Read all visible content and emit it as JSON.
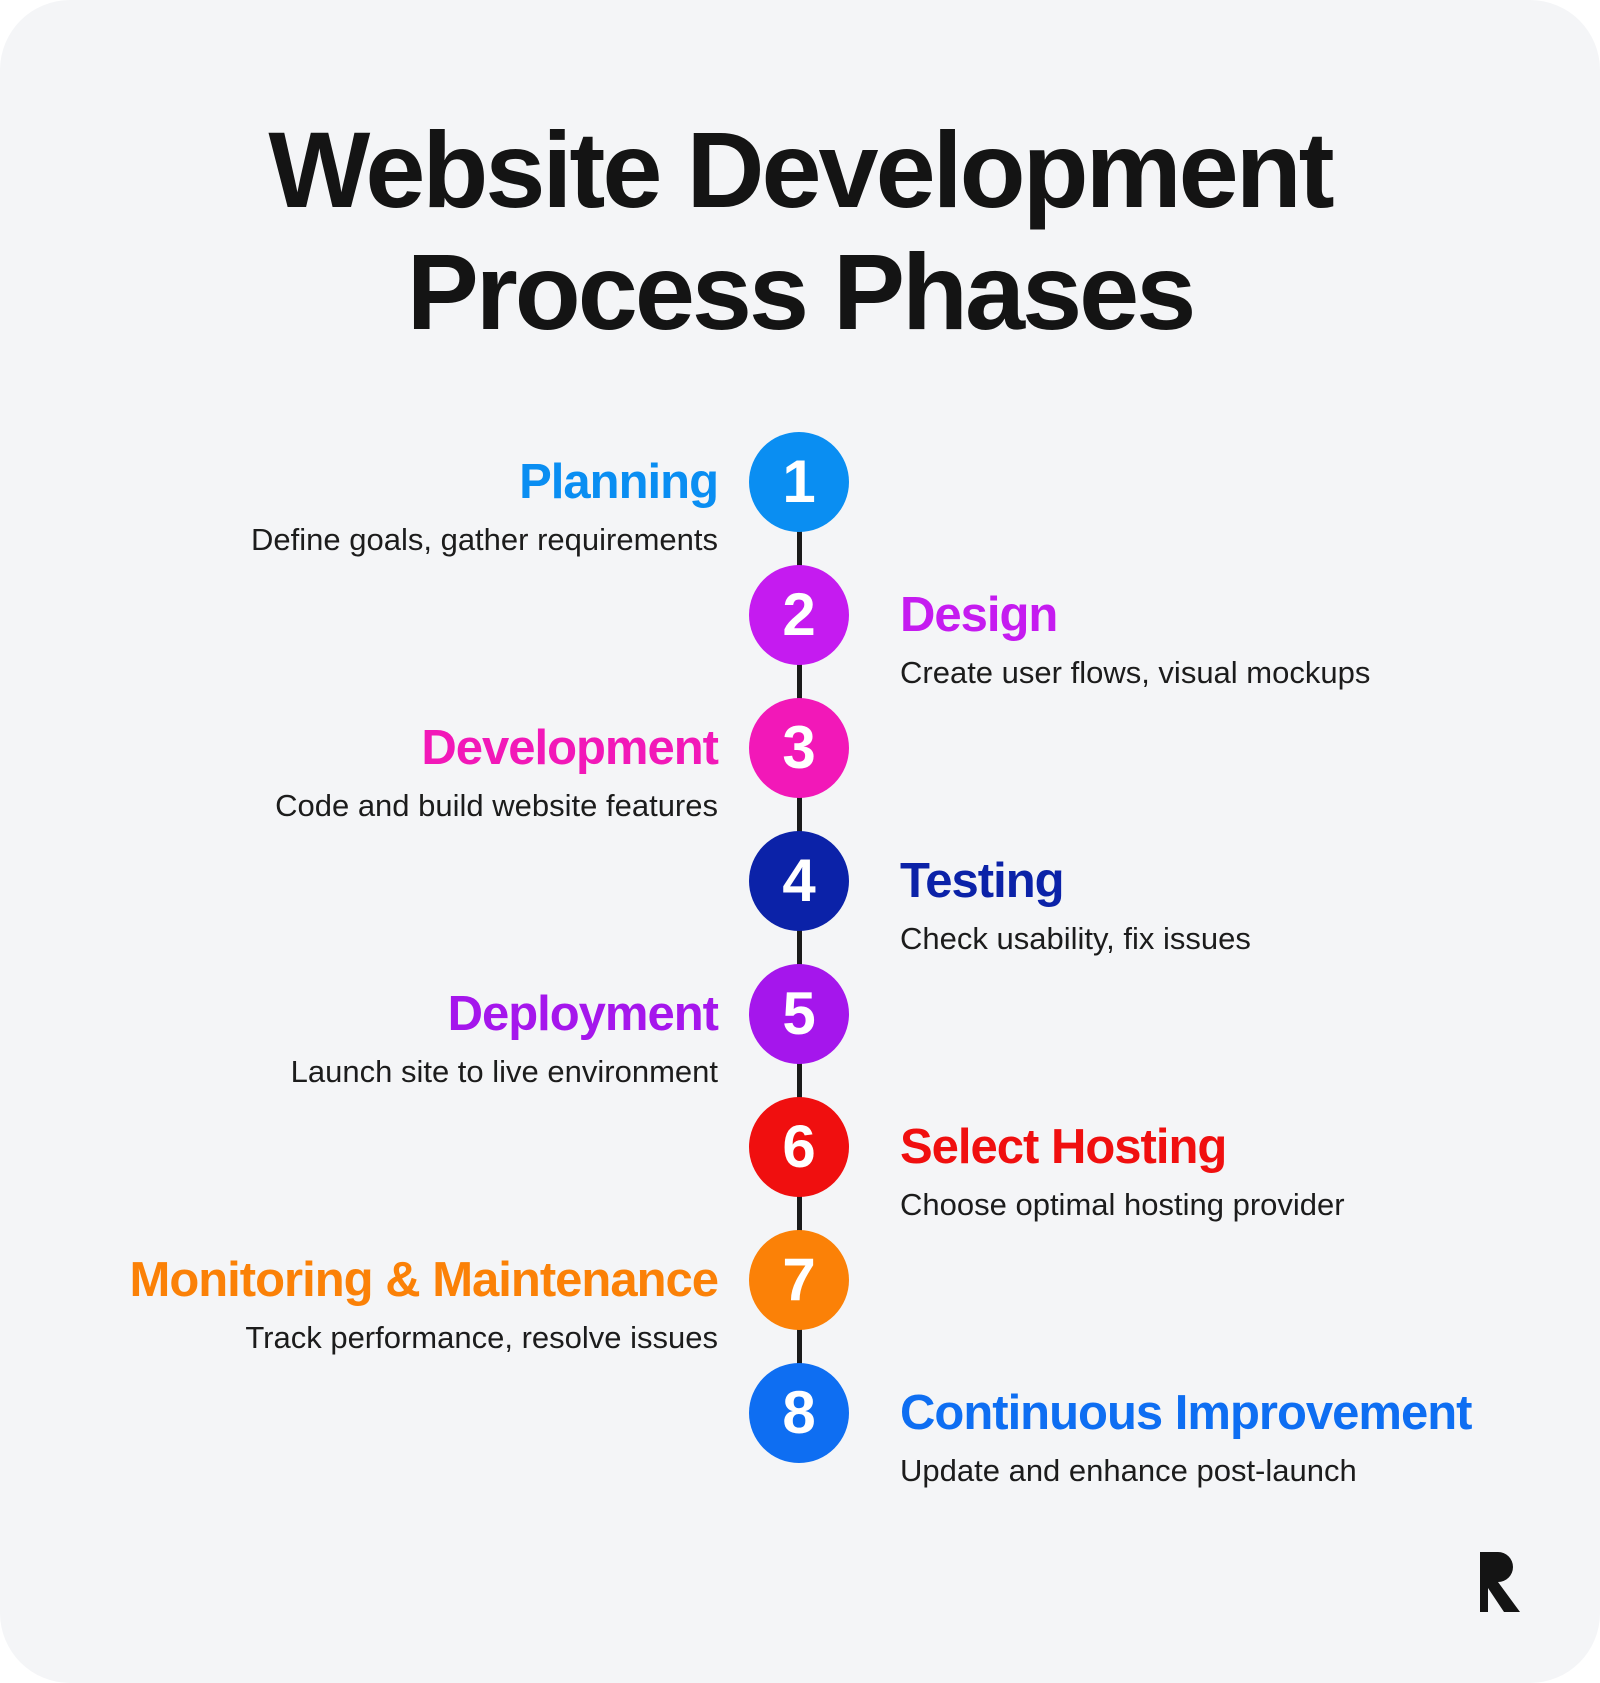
{
  "title": {
    "line1": "Website Development",
    "line2": "Process Phases"
  },
  "steps": [
    {
      "number": "1",
      "title": "Planning",
      "description": "Define goals, gather requirements",
      "color": "#0a8ef2",
      "side": "left"
    },
    {
      "number": "2",
      "title": "Design",
      "description": "Create user flows, visual mockups",
      "color": "#c51bf0",
      "side": "right"
    },
    {
      "number": "3",
      "title": "Development",
      "description": "Code and build website features",
      "color": "#f218b8",
      "side": "left"
    },
    {
      "number": "4",
      "title": "Testing",
      "description": "Check usability, fix issues",
      "color": "#0b22a8",
      "side": "right"
    },
    {
      "number": "5",
      "title": "Deployment",
      "description": "Launch site to live environment",
      "color": "#a516ec",
      "side": "left"
    },
    {
      "number": "6",
      "title": "Select Hosting",
      "description": "Choose optimal hosting provider",
      "color": "#f00f0f",
      "side": "right"
    },
    {
      "number": "7",
      "title": "Monitoring & Maintenance",
      "description": "Track performance, resolve issues",
      "color": "#fb8107",
      "side": "left"
    },
    {
      "number": "8",
      "title": "Continuous Improvement",
      "description": "Update and enhance post-launch",
      "color": "#0e6ef2",
      "side": "right"
    }
  ],
  "colors": {
    "background": "#f4f5f7",
    "connector": "#1a1a1a",
    "text": "#1c1c1c"
  },
  "logo": {
    "icon": "r-logo-icon"
  }
}
